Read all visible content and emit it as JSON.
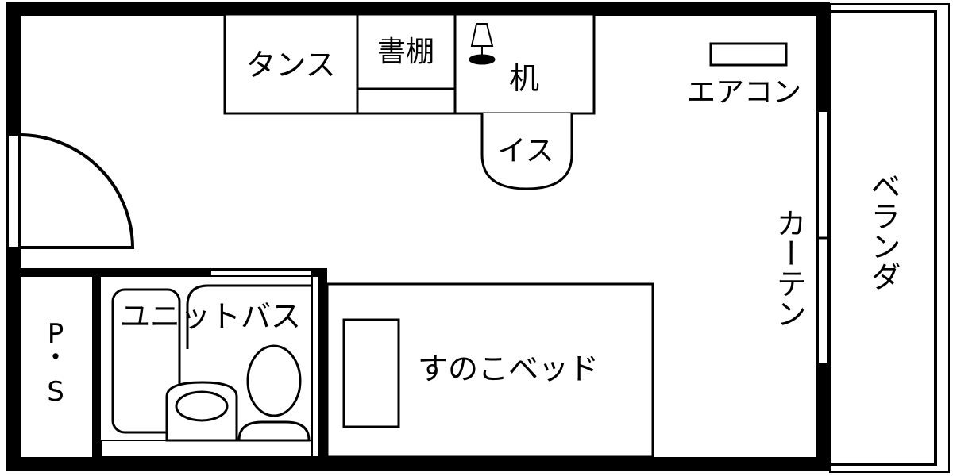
{
  "labels": {
    "tansu": "タンス",
    "bookshelf": "書棚",
    "desk": "机",
    "chair": "イス",
    "aircon": "エアコン",
    "curtain": "カーテン",
    "veranda": "ベランダ",
    "unit_bath": "ユニットバス",
    "bed": "すのこベッド",
    "ps": [
      "P",
      "・",
      "S"
    ]
  },
  "colors": {
    "wall": "#000000",
    "floor": "#ffffff"
  }
}
